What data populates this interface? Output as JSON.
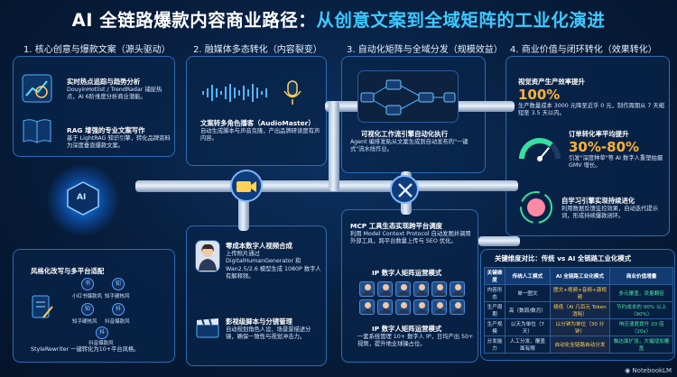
{
  "title": {
    "part1": "AI 全链路爆款内容商业路径：",
    "part2": "从创意文案到全域矩阵的工业化演进"
  },
  "sections": [
    {
      "label": "1. 核心创意与爆款文案（源头驱动）"
    },
    {
      "label": "2. 融媒体多态转化（内容裂变）"
    },
    {
      "label": "3. 自动化矩阵与全域分发（规模效益）"
    },
    {
      "label": "4. 商业价值与闭环转化（效果转化）"
    }
  ],
  "s1": {
    "trend": {
      "title": "实时热点追踪与趋势分析",
      "desc": "DouyinHotlist / TrendRadar 捕捉热点，AI 6阶维度分析商业潜能。"
    },
    "rag": {
      "title": "RAG 增强的专业文案写作",
      "desc": "基于 LightRAG 知识引擎，转化品牌资料为深度垂直爆款文案。"
    },
    "hub_label": "AI",
    "style": {
      "title": "风格化改写与多平台适配",
      "desc": "StyleRewriter 一键转化为10+平台风格。"
    },
    "platforms": [
      "小红书爆款风",
      "知乎硬核风",
      "知乎硬核风",
      "抖音爆款风",
      "抖音爆款风"
    ],
    "platform_icons": [
      "书",
      "知",
      "知",
      "抖",
      "抖"
    ]
  },
  "s2": {
    "audio": {
      "title": "文案转多角色播客（AudioMaster）",
      "desc": "自动生成脚本与声音克隆，产出品牌研读度有声内容。"
    },
    "human": {
      "title": "零成本数字人视频合成",
      "desc": "上传照片通过 DigitalHumanGenerator 和 Wan2.5/2.6 模型生成 1080P 数字人有解释频。"
    },
    "storyboard": {
      "title": "影视级脚本与分镜管理",
      "desc": "自动规划角色人设、场景景描述分镜，确保一致性与视觉冲击力。"
    }
  },
  "s3": {
    "workflow": {
      "title": "可视化工作流引擎自动化执行",
      "desc": "Agent 编排发贴从文案生成到自动发布的\"一键式\"流水线作业。"
    },
    "mcp": {
      "title": "MCP 工具生态实现跨平台调度",
      "desc": "利用 Model Context Protocol 自动发图并调用外部工具，跨平台数量上传与 SEO 优化。"
    },
    "ip": {
      "title": "IP 数字人矩阵运营模式",
      "desc": "一套系统管理 10+ 数字人 IP，日均产出 50+ 视频，提升地业球操占位。"
    }
  },
  "s4": {
    "efficiency": {
      "title": "视觉资产生产效率提升",
      "value": "100%",
      "desc": "生产数量成本 3000 元降至近乎 0 元，制作周期从 7 天缩短至 3.5 天以内。"
    },
    "conversion": {
      "title": "订单转化率平均提升",
      "value": "30%-80%",
      "desc": "引发\"深度种草\"等 AI 数字人重塑拍摄 GMV 增长。"
    },
    "learning": {
      "title": "自学习引擎实现持续进化",
      "desc": "利用数据反馈监控效果，自动迭代提示词，形成持续爆款闭环。"
    },
    "gauge_level": 0.72
  },
  "table": {
    "title": "关键维度对比：传统 vs AI 全链路工业化模式",
    "headers": [
      "关键维度",
      "传统人工模式",
      "AI 全链路工业化模式",
      "商业价值增量"
    ],
    "rows": [
      [
        "内容形态",
        "单一图文",
        "图文+视频+音频+源视频",
        "多元覆盖，流量翻倍"
      ],
      [
        "生产周期",
        "高（数周/数月）",
        "极低（AI 几百元 Token 消耗）",
        "节约成本的 90% 以上（90%）"
      ],
      [
        "生产规模",
        "以天为单位（7天）",
        "以分钟为单位（30 分钟）",
        "响应速度提升 20 倍（20x）"
      ],
      [
        "分发能力",
        "人工分发、覆盖面有限",
        "自动化全链路自动分发",
        "触达面扩张，大幅增加覆盖"
      ]
    ]
  },
  "footer": {
    "brand": "NotebookLM"
  }
}
